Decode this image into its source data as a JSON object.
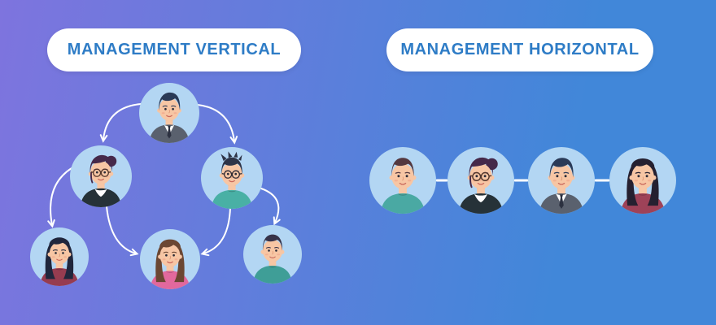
{
  "background": {
    "gradient_from": "#7e74de",
    "gradient_to": "#4187d9"
  },
  "badge_bg": "#ffffff",
  "badge_text_color": "#2e7cc6",
  "circle_color": "#b3d6f3",
  "line_color": "#ffffff",
  "vertical": {
    "title": "MANAGEMENT VERTICAL",
    "nodes": [
      {
        "id": "top",
        "persona": "man-dark-hair-suit",
        "avatar": {
          "hair": "side-part",
          "hair_color": "#2a3a57",
          "outfit": "suit",
          "outfit_color": "#5a616e",
          "tie_color": "#2c3140",
          "glasses": "none"
        }
      },
      {
        "id": "mid-left",
        "persona": "woman-glasses-bun-jacket",
        "avatar": {
          "hair": "bun",
          "hair_color": "#45294a",
          "outfit": "jacket",
          "outfit_color": "#263238",
          "glasses": "round",
          "glasses_color": "#53362b"
        }
      },
      {
        "id": "mid-right",
        "persona": "man-spiky-hair-round-glasses",
        "avatar": {
          "hair": "spiky",
          "hair_color": "#2e3447",
          "outfit": "tee",
          "outfit_color": "#49b0a5",
          "glasses": "round",
          "glasses_color": "#2f2a33"
        }
      },
      {
        "id": "bottom-left",
        "persona": "girl-long-black-hair-maroon-top",
        "avatar": {
          "hair": "long",
          "hair_color": "#20263c",
          "outfit": "tee",
          "outfit_color": "#963c50",
          "glasses": "none"
        }
      },
      {
        "id": "bottom-center",
        "persona": "woman-long-brown-hair-pink-top",
        "avatar": {
          "hair": "long-bangs",
          "hair_color": "#6b4733",
          "outfit": "tee",
          "outfit_color": "#e2689d",
          "glasses": "none"
        }
      },
      {
        "id": "bottom-right",
        "persona": "man-short-hair-teal-shirt",
        "avatar": {
          "hair": "short",
          "hair_color": "#373349",
          "outfit": "tee",
          "outfit_color": "#3f9e97",
          "glasses": "none"
        }
      }
    ],
    "edges": [
      [
        "top",
        "mid-left"
      ],
      [
        "top",
        "mid-right"
      ],
      [
        "mid-left",
        "bottom-left"
      ],
      [
        "mid-left",
        "bottom-center"
      ],
      [
        "mid-right",
        "bottom-center"
      ],
      [
        "mid-right",
        "bottom-right"
      ]
    ]
  },
  "horizontal": {
    "title": "MANAGEMENT HORIZONTAL",
    "members": [
      {
        "id": "member-1",
        "persona": "man-brown-hair-teal-shirt",
        "avatar": {
          "hair": "short",
          "hair_color": "#54383f",
          "outfit": "tee",
          "outfit_color": "#4aa9a3",
          "glasses": "none"
        }
      },
      {
        "id": "member-2",
        "persona": "woman-glasses-bun-jacket",
        "avatar": {
          "hair": "bun",
          "hair_color": "#45294a",
          "outfit": "jacket",
          "outfit_color": "#263238",
          "glasses": "round",
          "glasses_color": "#53362b"
        }
      },
      {
        "id": "member-3",
        "persona": "man-dark-hair-suit",
        "avatar": {
          "hair": "side-part",
          "hair_color": "#2a3a57",
          "outfit": "suit",
          "outfit_color": "#5a616e",
          "tie_color": "#2c3140",
          "glasses": "none"
        }
      },
      {
        "id": "member-4",
        "persona": "woman-long-black-hair-maroon-top",
        "avatar": {
          "hair": "long",
          "hair_color": "#252030",
          "outfit": "tee",
          "outfit_color": "#9e4258",
          "glasses": "none"
        }
      }
    ]
  }
}
